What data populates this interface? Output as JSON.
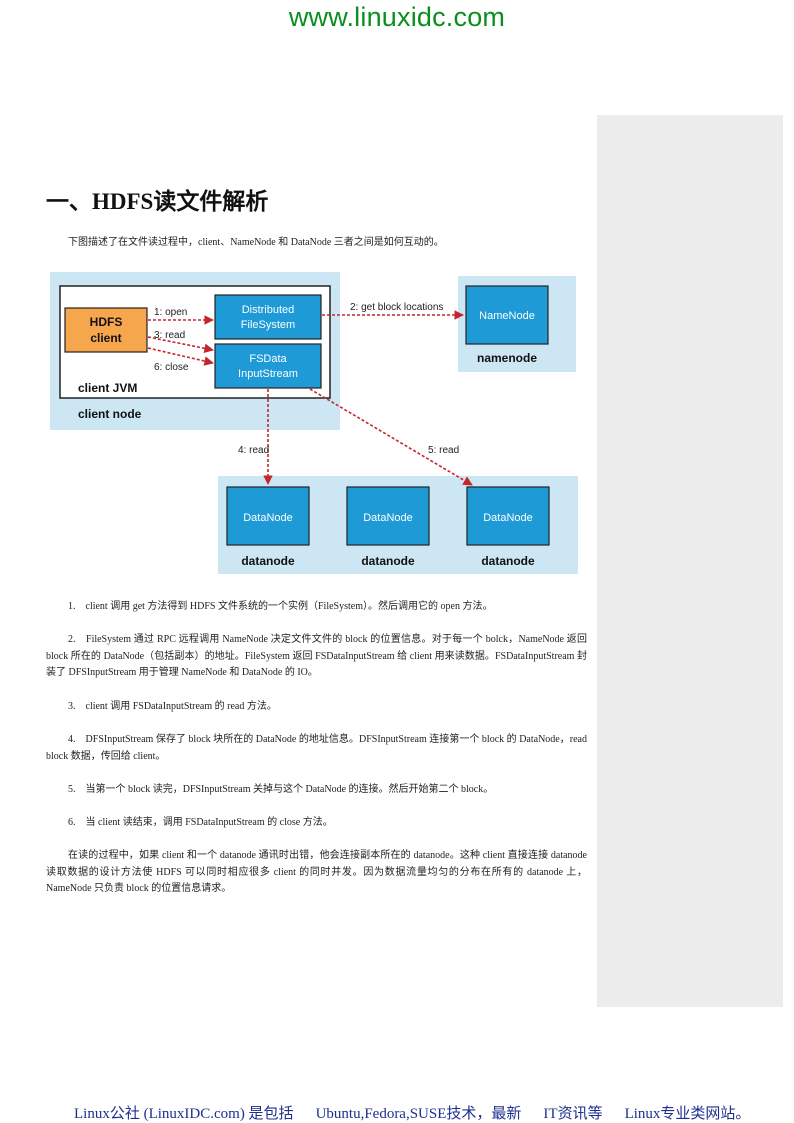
{
  "header": {
    "url": "www.linuxidc.com"
  },
  "article": {
    "title": "一、HDFS读文件解析",
    "intro": "下图描述了在文件读过程中，client、NameNode 和 DataNode 三者之间是如何互动的。",
    "steps": [
      "1.　client 调用 get 方法得到 HDFS 文件系统的一个实例（FileSystem）。然后调用它的 open 方法。",
      "2.　FileSystem 通过 RPC 远程调用 NameNode 决定文件文件的 block 的位置信息。对于每一个 bolck，NameNode 返回 block 所在的 DataNode（包括副本）的地址。FileSystem 返回 FSDataInputStream 给 client 用来读数据。FSDataInputStream 封装了 DFSInputStream 用于管理 NameNode 和 DataNode 的 IO。",
      "3.　client 调用 FSDataInputStream 的 read 方法。",
      "4.　DFSInputStream 保存了 block 块所在的 DataNode 的地址信息。DFSInputStream 连接第一个 block 的 DataNode，read block 数据，传回给 client。",
      "5.　当第一个 block 读完，DFSInputStream 关掉与这个 DataNode 的连接。然后开始第二个 block。",
      "6.　当 client 读结束，调用 FSDataInputStream 的 close 方法。"
    ],
    "summary": "在读的过程中，如果 client 和一个 datanode 通讯时出错，他会连接副本所在的 datanode。这种 client 直接连接 datanode 读取数据的设计方法使 HDFS 可以同时相应很多 client 的同时并发。因为数据流量均匀的分布在所有的 datanode 上，NameNode 只负责 block 的位置信息请求。"
  },
  "diagram": {
    "client_node_label": "client node",
    "client_jvm_label": "client JVM",
    "hdfs_client": [
      "HDFS",
      "client"
    ],
    "distributed_fs": [
      "Distributed",
      "FileSystem"
    ],
    "fsdata_stream": [
      "FSData",
      "InputStream"
    ],
    "namenode_box": "NameNode",
    "namenode_label": "namenode",
    "datanode_box": "DataNode",
    "datanode_label": "datanode",
    "arrows": {
      "open": "1: open",
      "read": "3: read",
      "close": "6: close",
      "get_block": "2: get block locations",
      "read4": "4: read",
      "read5": "5: read"
    },
    "colors": {
      "outer_bg": "#cde6f4",
      "blue_box": "#1e9ad6",
      "orange_box": "#f6a64c",
      "arrow": "#c4262e"
    }
  },
  "footer": {
    "site": "Linux公社 (LinuxIDC.com) 是包括 Ubuntu,Fedora,SUSE技术，最新IT资讯等 Linux专业类网站。",
    "parts": [
      "Linux公社 (LinuxIDC.com) 是包括",
      "Ubuntu,Fedora,SUSE技术，最新",
      "IT资讯等",
      "Linux专业类网站。"
    ]
  }
}
